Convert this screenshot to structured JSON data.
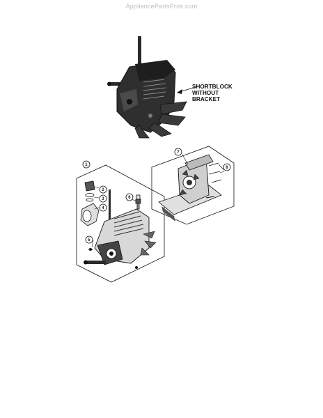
{
  "watermark": "AppliancePartsPros.com",
  "shortblock_label": [
    "SHORTBLOCK",
    "WITHOUT",
    "BRACKET"
  ],
  "callouts": {
    "c1": "1",
    "c2": "2",
    "c3": "3",
    "c4": "4",
    "c5": "5",
    "c6": "6",
    "c7": "7",
    "c8": "8"
  },
  "colors": {
    "ink": "#111111",
    "fill_dark": "#2a2a2a",
    "fill_mid": "#5a5a5a",
    "background": "#ffffff"
  }
}
